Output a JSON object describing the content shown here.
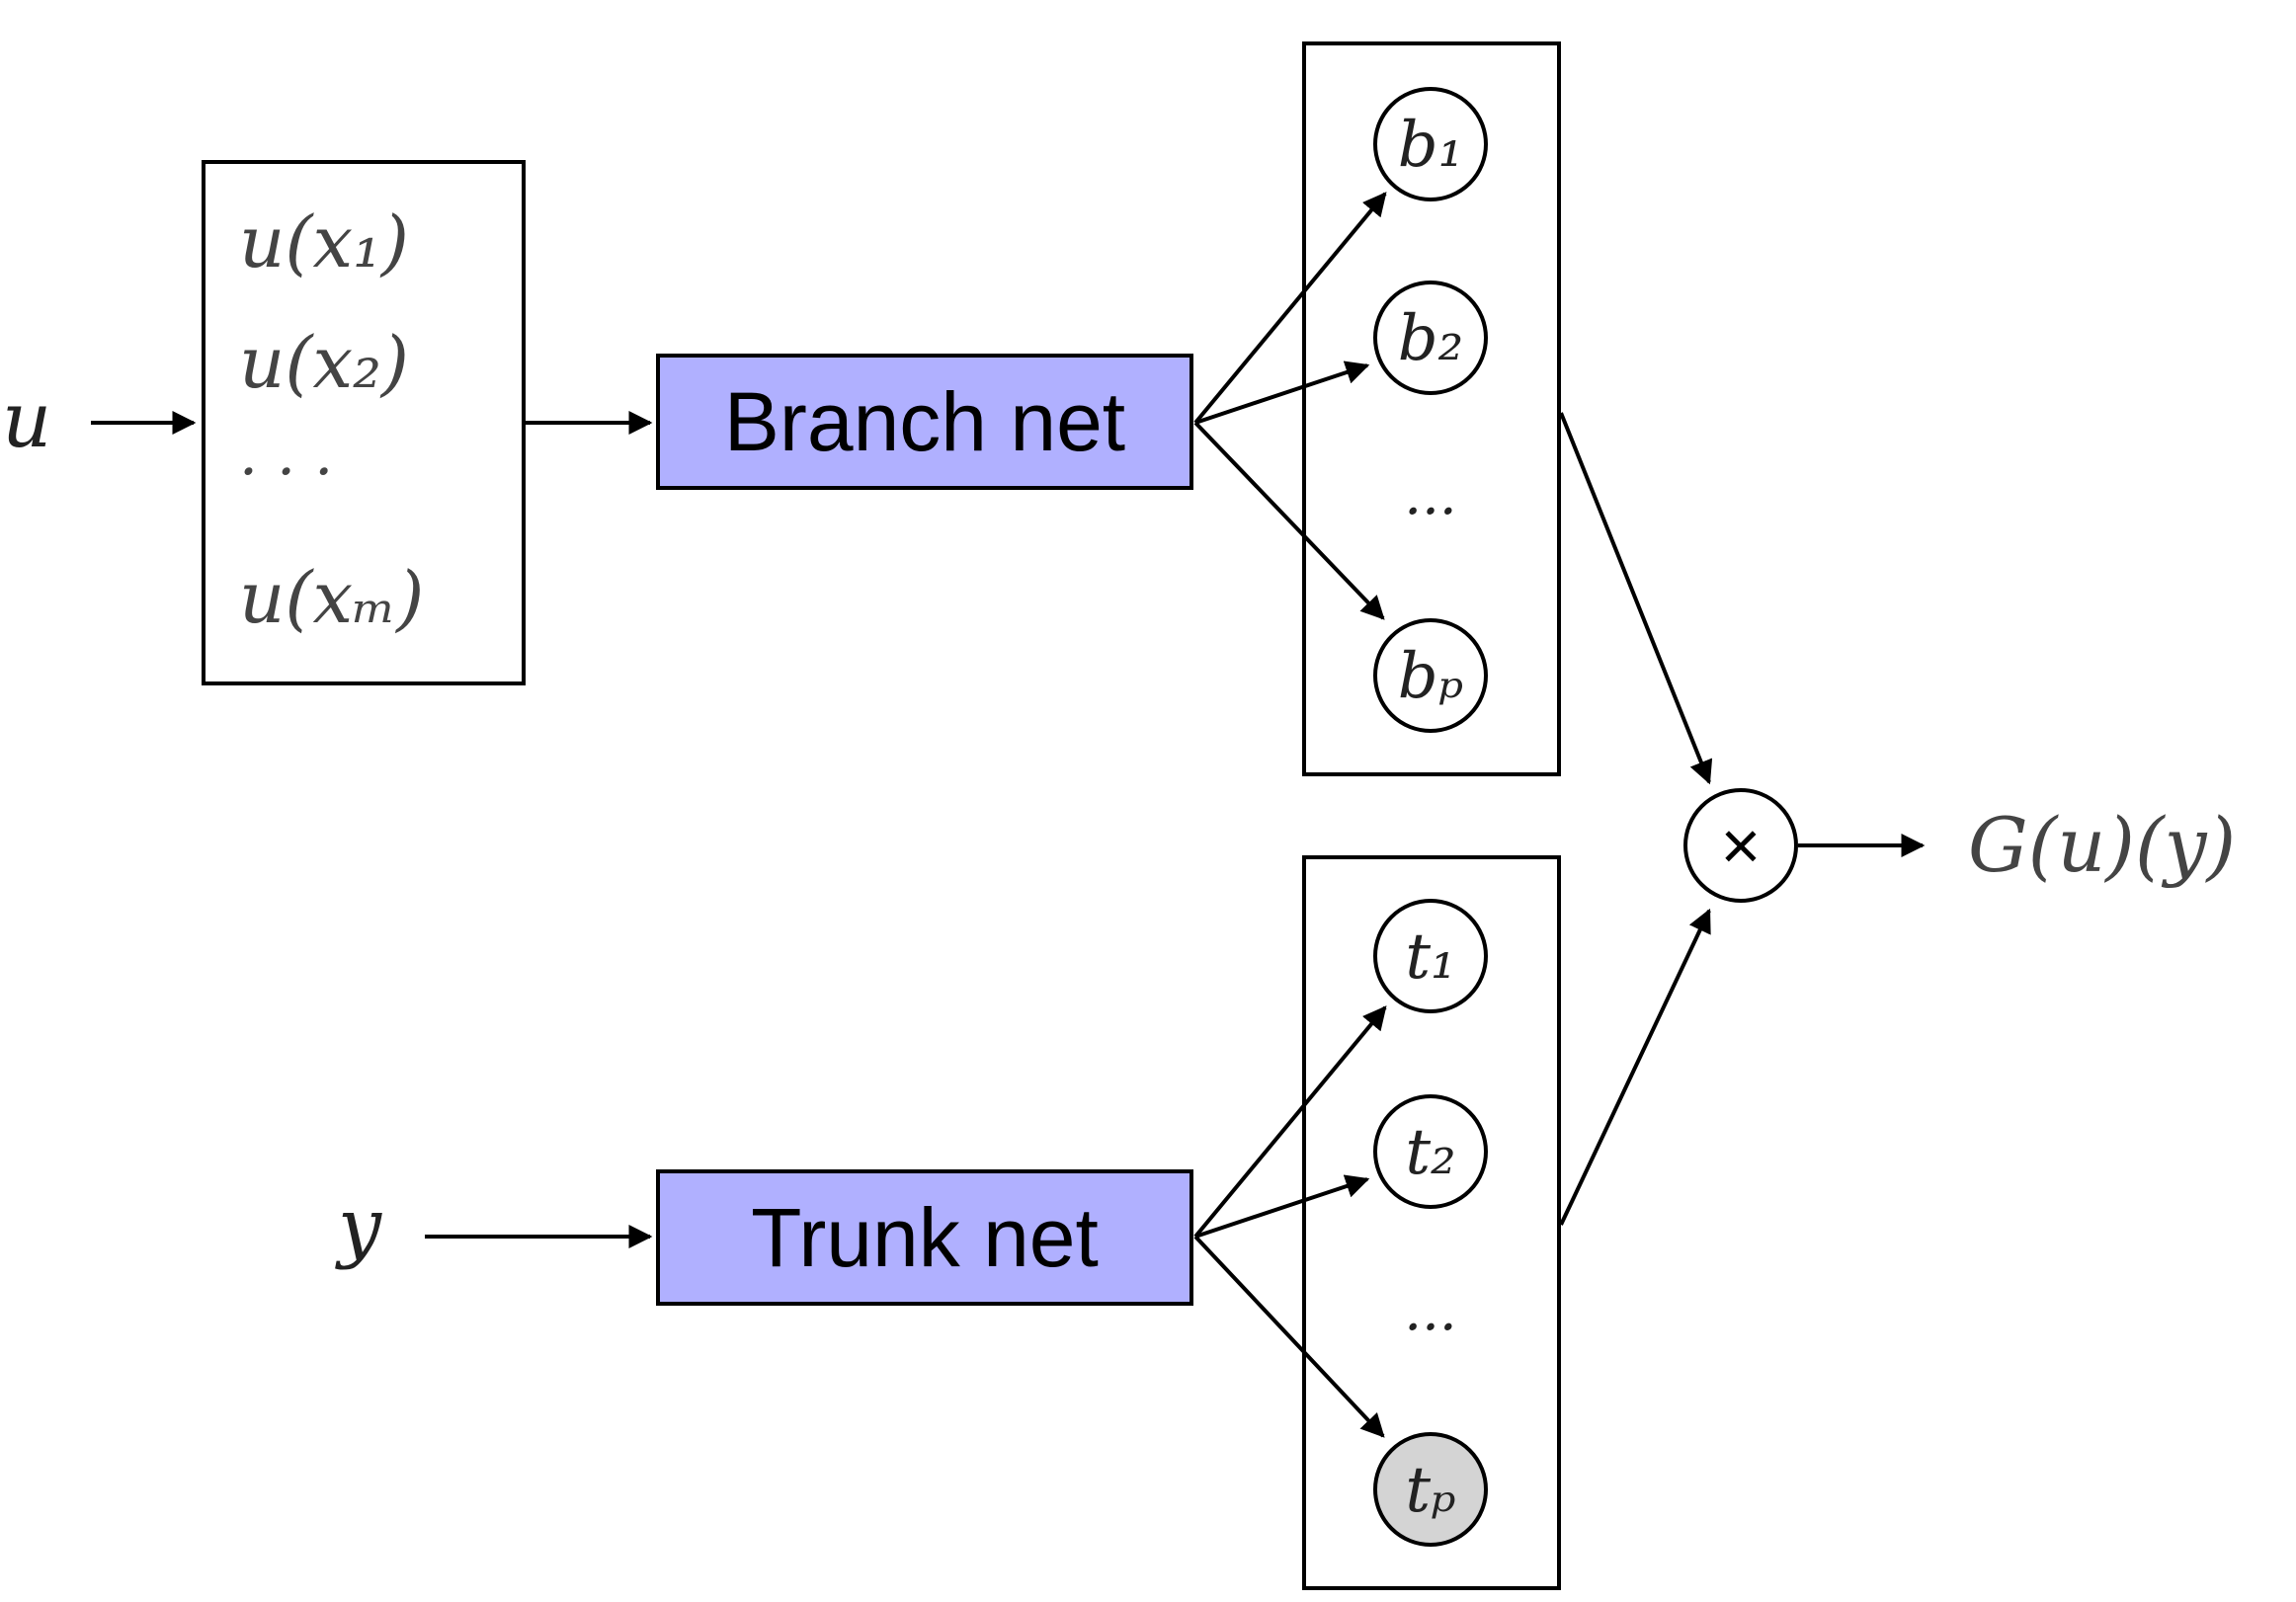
{
  "input_label": "u",
  "sensor_values": {
    "s1": "u(x₁)",
    "s2": "u(x₂)",
    "ellipsis": "· · ·",
    "sm": "u(xₘ)"
  },
  "branch_label": "Branch net",
  "trunk_label": "Trunk net",
  "query_label": "y",
  "branch_outputs": {
    "b1": "b₁",
    "b2": "b₂",
    "ellipsis": "...",
    "bp": "bₚ"
  },
  "trunk_outputs": {
    "t1": "t₁",
    "t2": "t₂",
    "ellipsis": "...",
    "tp": "tₚ"
  },
  "product_symbol": "×",
  "output_label": "G(u)(y)",
  "colors": {
    "net_fill": "#b0b0ff",
    "node_gray": "#d4d4d4"
  }
}
